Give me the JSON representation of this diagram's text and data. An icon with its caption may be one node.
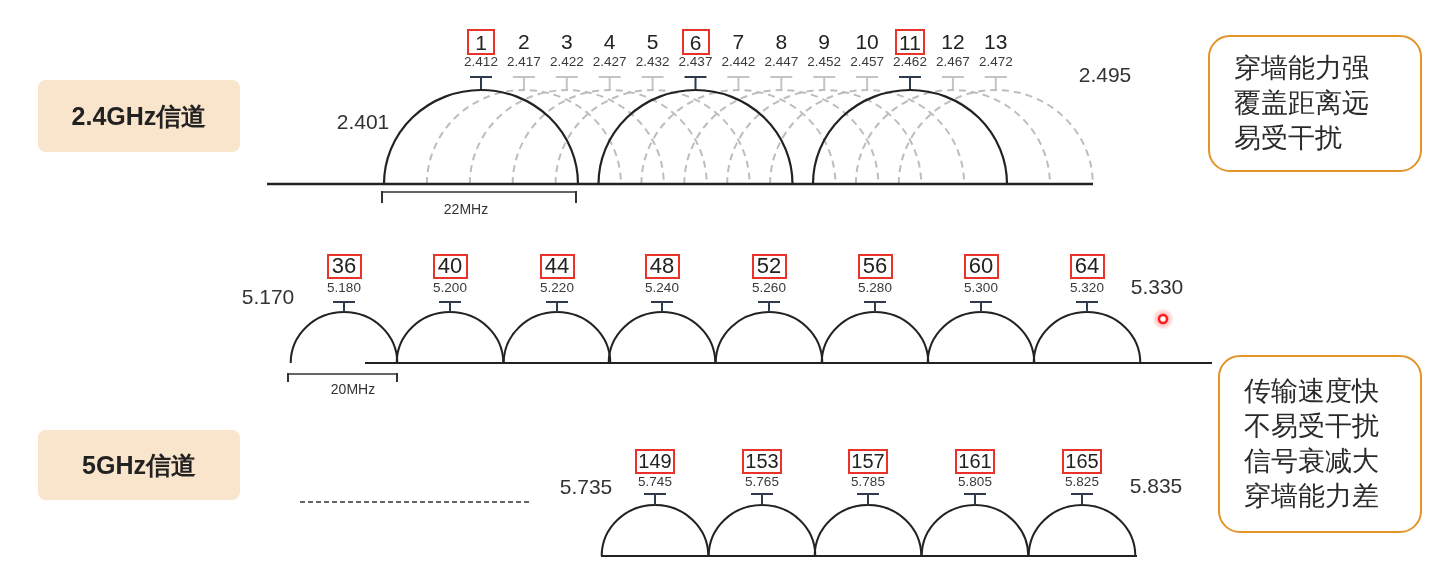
{
  "diagram": {
    "nodes": [
      {
        "text": [
          "2.4GHz信道"
        ]
      },
      {
        "text": [
          "1"
        ],
        "beside": [
          "2.412"
        ]
      },
      {
        "text": [
          "6"
        ],
        "beside": [
          "2.437"
        ]
      },
      {
        "text": [
          "11"
        ],
        "beside": [
          "2.462"
        ]
      },
      {
        "text": [
          "穿墙能力强",
          "覆盖距离远",
          "易受干扰"
        ]
      },
      {
        "text": [
          "36"
        ],
        "beside": [
          "5.180"
        ]
      },
      {
        "text": [
          "40"
        ],
        "beside": [
          "5.200"
        ]
      },
      {
        "text": [
          "44"
        ],
        "beside": [
          "5.220"
        ]
      },
      {
        "text": [
          "48"
        ],
        "beside": [
          "5.240"
        ]
      },
      {
        "text": [
          "52"
        ],
        "beside": [
          "5.260"
        ]
      },
      {
        "text": [
          "56"
        ],
        "beside": [
          "5.280"
        ]
      },
      {
        "text": [
          "60"
        ],
        "beside": [
          "5.300"
        ]
      },
      {
        "text": [
          "64"
        ],
        "beside": [
          "5.320"
        ]
      },
      {
        "text": [
          "传输速度快",
          "不易受干扰",
          "信号衰减大",
          "穿墙能力差"
        ]
      },
      {
        "text": [
          "5GHz信道"
        ]
      },
      {
        "text": [
          "149"
        ],
        "beside": [
          "5.745"
        ]
      },
      {
        "text": [
          "153"
        ],
        "beside": [
          "5.765"
        ]
      },
      {
        "text": [
          "157"
        ],
        "beside": [
          "5.785"
        ]
      },
      {
        "text": [
          "161"
        ],
        "beside": [
          "5.805"
        ]
      },
      {
        "text": [
          "165"
        ],
        "beside": [
          "5.825"
        ]
      }
    ],
    "labels": [
      "2",
      "3",
      "4",
      "5",
      "7",
      "8",
      "9",
      "10",
      "12",
      "13",
      "2.417",
      "2.422",
      "2.427",
      "2.432",
      "2.442",
      "2.447",
      "2.452",
      "2.457",
      "2.467",
      "2.472",
      "2.495",
      "2.401",
      "22MHz",
      "5.170",
      "5.330",
      "20MHz",
      "5.735",
      "5.835"
    ]
  }
}
